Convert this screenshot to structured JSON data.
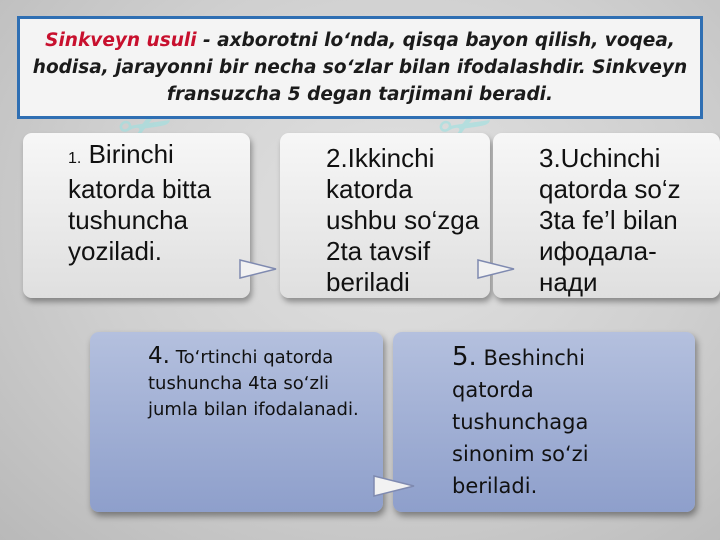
{
  "title": {
    "term": "Sinkveyn usuli",
    "definition": " - axborotni lo‘nda, qisqa bayon qilish, voqea, hodisa, jarayonni bir necha so‘zlar bilan ifodalashdir. Sinkveyn fransuzcha 5 degan tarjimani beradi."
  },
  "steps": [
    {
      "number": "1.",
      "text": "Birinchi katorda bitta tushuncha yoziladi."
    },
    {
      "number": "",
      "text": "2.Ikkinchi katorda ushbu so‘zga 2ta tavsif beriladi"
    },
    {
      "number": "",
      "text": "3.Uchinchi qatorda so‘z 3ta fe’l bilan ифодала-нади"
    },
    {
      "number": "4.",
      "text": "To‘rtinchi qatorda tushuncha 4ta so‘zli jumla bilan ifodalanadi."
    },
    {
      "number": "5.",
      "text": "Beshinchi qatorda tushunchaga sinonim so‘zi beriladi."
    }
  ],
  "colors": {
    "title_border": "#2f6fb3",
    "term": "#c8102e",
    "card_grey": "#e6e6e6",
    "card_blue": "#9eadd3"
  },
  "icons": [
    "arrow-right-icon",
    "watermark-logo"
  ]
}
